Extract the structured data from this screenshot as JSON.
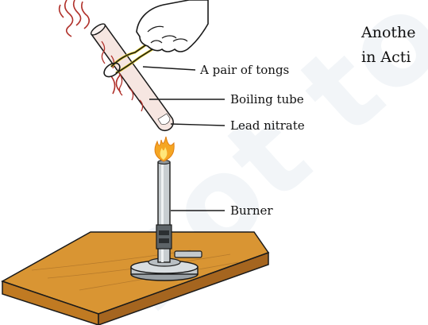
{
  "watermark": "not to be",
  "body_text": {
    "line1": "Anothe",
    "line2": "in Acti"
  },
  "labels": {
    "tongs": "A pair of tongs",
    "boiling_tube": "Boiling tube",
    "lead_nitrate": "Lead nitrate",
    "burner": "Burner"
  },
  "colors": {
    "fume": "#b0302a",
    "tube_fill": "#f6e6e1",
    "tongs_yellow": "#e2cb1f",
    "flame_outer": "#f5a623",
    "flame_inner": "#ffe77a",
    "burner_metal": "#b9bfc3",
    "table_top": "#d99533",
    "table_side": "#a5651f"
  }
}
